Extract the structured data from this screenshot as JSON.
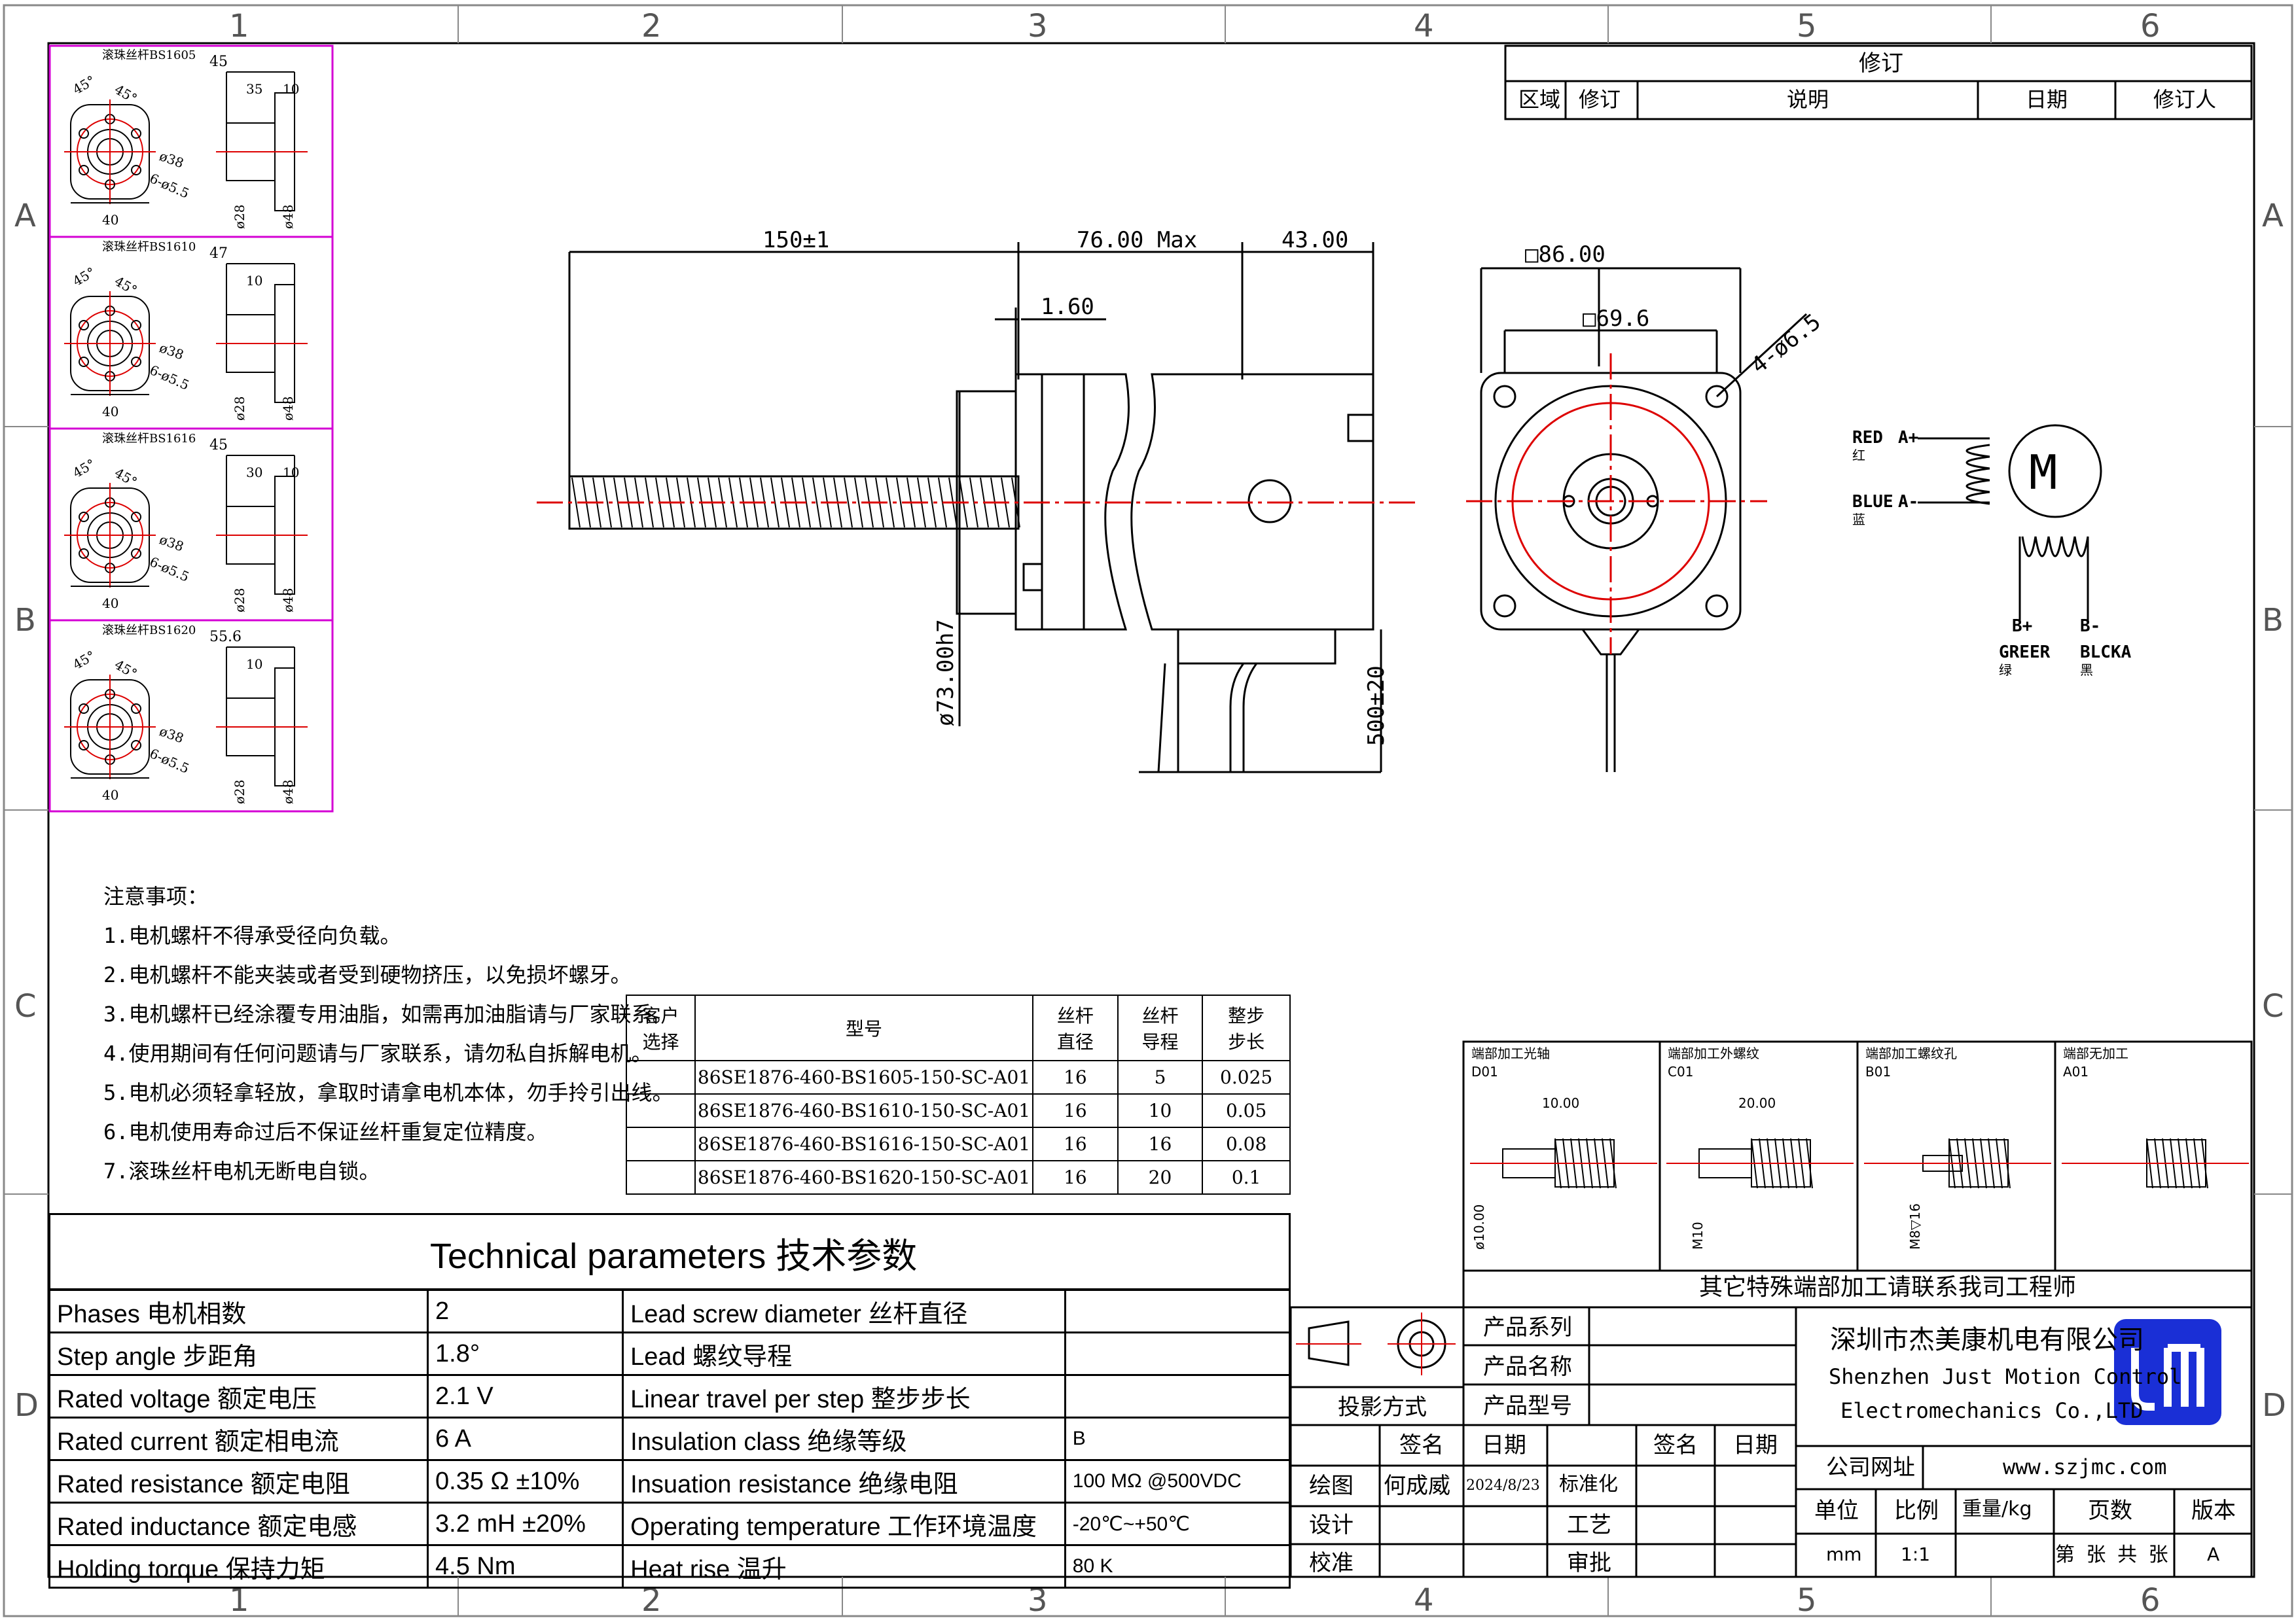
{
  "zones": {
    "cols": [
      "1",
      "2",
      "3",
      "4",
      "5",
      "6"
    ],
    "rows": [
      "A",
      "B",
      "C",
      "D"
    ]
  },
  "revision": {
    "title": "修订",
    "headers": [
      "区域",
      "修订",
      "说明",
      "日期",
      "修订人"
    ]
  },
  "nut_views": [
    {
      "title": "滚珠丝杆BS1605",
      "dims": [
        "45",
        "35",
        "10"
      ],
      "d1": "ø38",
      "holes": "6-ø5.5",
      "d2": "ø28",
      "d3": "ø48",
      "w": "40",
      "ang1": "45°",
      "ang2": "45°"
    },
    {
      "title": "滚珠丝杆BS1610",
      "dims": [
        "47",
        "10"
      ],
      "d1": "ø38",
      "holes": "6-ø5.5",
      "d2": "ø28",
      "d3": "ø48",
      "w": "40",
      "ang1": "45°",
      "ang2": "45°"
    },
    {
      "title": "滚珠丝杆BS1616",
      "dims": [
        "45",
        "30",
        "10"
      ],
      "d1": "ø38",
      "holes": "6-ø5.5",
      "d2": "ø28",
      "d3": "ø48",
      "w": "40",
      "ang1": "45°",
      "ang2": "45°"
    },
    {
      "title": "滚珠丝杆BS1620",
      "dims": [
        "55.6",
        "10"
      ],
      "d1": "ø38",
      "holes": "6-ø5.5",
      "d2": "ø28",
      "d3": "ø48",
      "w": "40",
      "ang1": "45°",
      "ang2": "45°"
    }
  ],
  "main_dims": {
    "length": "150±1",
    "body": "76.00 Max",
    "rear": "43.00",
    "flange": "1.60",
    "pilot": "ø73.00h7",
    "lead_len": "500±20",
    "square": "□86.00",
    "bolt": "□69.6",
    "holes": "4-ø6.5"
  },
  "wiring": {
    "a_plus": "A+",
    "a_plus_color": "RED",
    "a_plus_cn": "红",
    "a_minus": "A-",
    "a_minus_color": "BLUE",
    "a_minus_cn": "蓝",
    "b_plus": "B+",
    "b_plus_color": "GREER",
    "b_plus_cn": "绿",
    "b_minus": "B-",
    "b_minus_color": "BLCKA",
    "b_minus_cn": "黑",
    "motor": "M"
  },
  "notes": {
    "title": "注意事项：",
    "items": [
      "1.电机螺杆不得承受径向负载。",
      "2.电机螺杆不能夹装或者受到硬物挤压，以免损坏螺牙。",
      "3.电机螺杆已经涂覆专用油脂，如需再加油脂请与厂家联系。",
      "4.使用期间有任何问题请与厂家联系，请勿私自拆解电机。",
      "5.电机必须轻拿轻放，拿取时请拿电机本体，勿手拎引出线。",
      "6.电机使用寿命过后不保证丝杆重复定位精度。",
      "7.滚珠丝杆电机无断电自锁。"
    ]
  },
  "model_table": {
    "headers": [
      "客户\n选择",
      "型号",
      "丝杆\n直径",
      "丝杆\n导程",
      "整步\n步长"
    ],
    "rows": [
      [
        "",
        "86SE1876-460-BS1605-150-SC-A01",
        "16",
        "5",
        "0.025"
      ],
      [
        "",
        "86SE1876-460-BS1610-150-SC-A01",
        "16",
        "10",
        "0.05"
      ],
      [
        "",
        "86SE1876-460-BS1616-150-SC-A01",
        "16",
        "16",
        "0.08"
      ],
      [
        "",
        "86SE1876-460-BS1620-150-SC-A01",
        "16",
        "20",
        "0.1"
      ]
    ]
  },
  "tech": {
    "title": "Technical parameters 技术参数",
    "rows": [
      [
        "Phases 电机相数",
        "2",
        "Lead screw diameter 丝杆直径",
        ""
      ],
      [
        "Step angle 步距角",
        "1.8°",
        "Lead 螺纹导程",
        ""
      ],
      [
        "Rated voltage 额定电压",
        "2.1 V",
        "Linear travel per step 整步步长",
        ""
      ],
      [
        "Rated current 额定相电流",
        "6 A",
        "Insulation class 绝缘等级",
        "B"
      ],
      [
        "Rated resistance 额定电阻",
        "0.35 Ω  ±10%",
        "Insuation resistance 绝缘电阻",
        "100 MΩ @500VDC"
      ],
      [
        "Rated inductance 额定电感",
        "3.2 mH ±20%",
        "Operating temperature 工作环境温度",
        "-20℃~+50℃"
      ],
      [
        "Holding torque 保持力矩",
        "4.5 Nm",
        "Heat rise 温升",
        "80 K"
      ]
    ]
  },
  "end_options": {
    "footer": "其它特殊端部加工请联系我司工程师",
    "items": [
      {
        "title": "端部加工光轴",
        "code": "D01",
        "dim1": "10.00",
        "dim2": "ø10.00"
      },
      {
        "title": "端部加工外螺纹",
        "code": "C01",
        "dim1": "20.00",
        "dim2": "M10"
      },
      {
        "title": "端部加工螺纹孔",
        "code": "B01",
        "dim1": "",
        "dim2": "M8▽16"
      },
      {
        "title": "端部无加工",
        "code": "A01",
        "dim1": "",
        "dim2": ""
      }
    ]
  },
  "title_block": {
    "projection": "投影方式",
    "labels": [
      "产品系列",
      "产品名称",
      "产品型号"
    ],
    "company_cn": "深圳市杰美康机电有限公司",
    "company_en1": "Shenzhen Just Motion Control",
    "company_en2": "Electromechanics Co.,LTD",
    "sign_hdr": [
      "签名",
      "日期",
      "签名",
      "日期"
    ],
    "draw": "绘图",
    "drawer": "何成威",
    "draw_date": "2024/8/23",
    "standard": "标准化",
    "design": "设计",
    "craft": "工艺",
    "check": "校准",
    "approve": "审批",
    "website_label": "公司网址",
    "website": "www.szjmc.com",
    "info_hdr": [
      "单位",
      "比例",
      "重量/kg",
      "页数",
      "版本"
    ],
    "info_val": [
      "mm",
      "1:1",
      "",
      "第 张 共 张",
      "A"
    ],
    "brand_color": "#1a2fd6"
  }
}
